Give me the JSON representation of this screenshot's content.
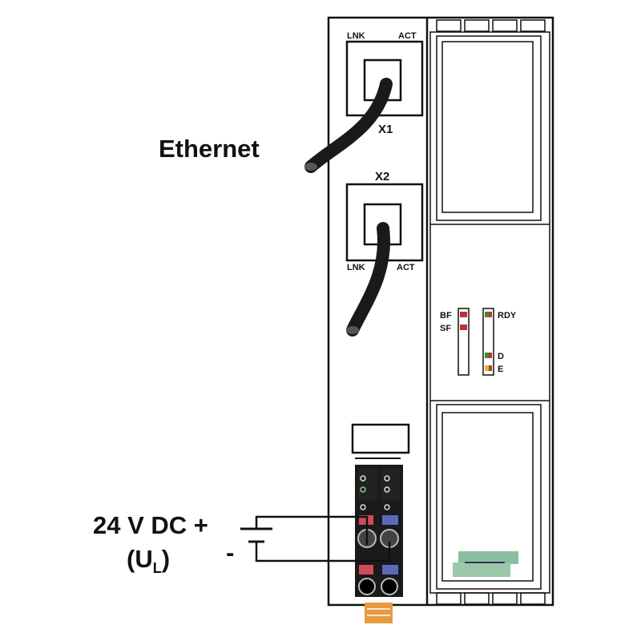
{
  "labels": {
    "ethernet": "Ethernet",
    "x1": "X1",
    "x2": "X2",
    "lnk_top": "LNK",
    "act_top": "ACT",
    "lnk_bottom": "LNK",
    "act_bottom": "ACT",
    "power_label": "24 V DC +",
    "ul_open": "(U",
    "ul_sub": "L",
    "ul_close": ")",
    "minus": "-"
  },
  "leds": {
    "bf": "BF",
    "sf": "SF",
    "rdy": "RDY",
    "d": "D",
    "e": "E"
  },
  "colors": {
    "led_red": "#c0303a",
    "led_green": "#4a8a2a",
    "led_yellow": "#d8c020",
    "terminal_red": "#d04a5a",
    "terminal_blue": "#5a6ab8",
    "orange": "#e89a40",
    "green_label": "#8ac0a0"
  }
}
